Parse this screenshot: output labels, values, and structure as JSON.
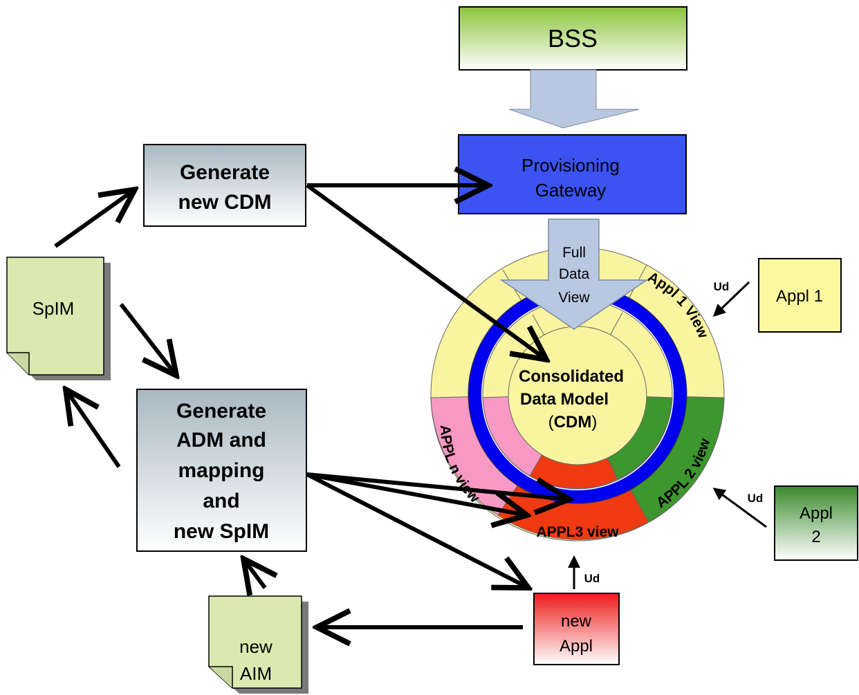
{
  "nodes": {
    "bss": "BSS",
    "provisioning_line1": "Provisioning",
    "provisioning_line2": "Gateway",
    "gen_cdm_line1": "Generate",
    "gen_cdm_line2": "new CDM",
    "gen_adm_lines": [
      "Generate",
      "ADM and",
      "mapping",
      "and",
      "new SpIM"
    ],
    "spim": "SpIM",
    "new_aim_line1": "new",
    "new_aim_line2": "AIM",
    "new_appl_line1": "new",
    "new_appl_line2": "Appl",
    "appl1": "Appl 1",
    "appl2_line1": "Appl",
    "appl2_line2": "2"
  },
  "ring": {
    "center_line1": "Consolidated",
    "center_line2": "Data Model",
    "center_line3_pre": "(",
    "center_line3_bold": "CDM",
    "center_line3_post": ")",
    "full_view_line1": "Full",
    "full_view_line2": "Data",
    "full_view_line3": "View",
    "appl1_view": "Appl 1 View",
    "appl2_view": "APPL 2 view",
    "appl3_view": "APPL3 view",
    "appln_view": "APPL n view"
  },
  "labels": {
    "ud_appl1": "Ud",
    "ud_appl2": "Ud",
    "ud_new_appl": "Ud"
  },
  "colors": {
    "bss_gradient_top": "#8cc43c",
    "provisioning_fill": "#3a53f2",
    "ring_blue": "#0000ee",
    "segment_yellow": "#f8f4a0",
    "segment_green": "#3d962e",
    "segment_red": "#f03a12",
    "segment_pink": "#f898c4",
    "document_green": "#dbe8b0",
    "gray_arrow": "#b8c8e0"
  }
}
